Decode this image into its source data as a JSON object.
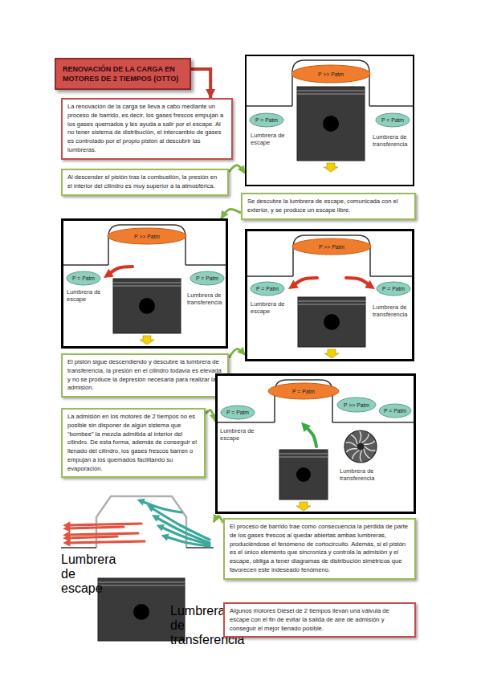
{
  "diagram": {
    "nodes": [
      {
        "text": [
          "RENOVACIÓN DE LA CARGA EN MOTORES DE 2 TIEMPOS (OTTO)"
        ]
      },
      {
        "text": [
          "La renovación de la carga se lleva a cabo mediante un proceso de barrido, es decir, los gases frescos empujan a los gases quemados y les ayuda a salir por el escape. Al no tener sistema de distribución, el intercambio de gases es controlado por el propio pistón al descubrir las lumbreras."
        ]
      },
      {
        "text": [
          "Lumbrera de escape",
          "Lumbrera de transferencia"
        ]
      },
      {
        "text": [
          "P >> Patm"
        ],
        "in": 2
      },
      {
        "text": [
          "P = Patm"
        ],
        "in": 2
      },
      {
        "text": [
          "P = Patm"
        ],
        "in": 2
      },
      {
        "text": [
          "Al descender el pistón tras la combustión, la presión en el interior del cilindro es muy superior a la atmosférica."
        ]
      },
      {
        "text": [
          "Se descubre la lumbrera de escape, comunicada con el exterior, y se produce un escape libre."
        ]
      },
      {
        "text": [
          "Lumbrera de escape",
          "Lumbrera de transferencia"
        ]
      },
      {
        "text": [
          "P >> Patm"
        ],
        "in": 8
      },
      {
        "text": [
          "P = Patm"
        ],
        "in": 8
      },
      {
        "text": [
          "P = Patm"
        ],
        "in": 8
      },
      {
        "text": [
          "Lumbrera de escape",
          "Lumbrera de transferencia"
        ]
      },
      {
        "text": [
          "P >> Patm"
        ],
        "in": 12
      },
      {
        "text": [
          "P = Patm"
        ],
        "in": 12
      },
      {
        "text": [
          "P = Patm"
        ],
        "in": 12
      },
      {
        "text": [
          "El pistón sigue descendiendo y descubre la lumbrera de transferencia, la presión en el cilindro todavía es elevada y no se produce la depresión necesaria para realizar la admisión."
        ]
      },
      {
        "text": [
          "La admisión en los motores de 2 tiempos no es posible sin disponer de algún sistema que “bombee” la mezcla admitida al interior del cilindro. De esta forma, además de conseguir el llenado del cilindro, los gases frescos barren o empujan a los quemados facilitando su evaporación."
        ]
      },
      {
        "text": [
          "Lumbrera de escape",
          "Lumbrera de transferencia"
        ]
      },
      {
        "text": [
          "P = Patm"
        ],
        "in": 18
      },
      {
        "text": [
          "P = Patm"
        ],
        "in": 18
      },
      {
        "text": [
          "P >> Patm"
        ],
        "in": 18
      },
      {
        "text": [
          "P = Patm"
        ],
        "in": 18
      },
      {
        "text": [
          "Lumbrera de escape",
          "Lumbrera de transferencia"
        ]
      },
      {
        "text": [
          "El proceso de barrido trae como consecuencia la pérdida de parte de los gases frescos al quedar abiertas ambas lumbreras, produciéndose el fenómeno de cortocircuito. Además, si el pistón es el único elemento que sincroniza y controla la admisión y el escape, obliga a tener diagramas de distribución simétricos que favorecen este indeseado fenómeno."
        ]
      },
      {
        "text": [
          "Algunos motores Diésel de 2 tiempos llevan una válvula de escape con el fin de evitar la salida de aire de admisión y conseguir el mejor llenado posible."
        ]
      }
    ],
    "edges": [
      {
        "from": 0,
        "to": 1,
        "arrow": "to"
      },
      {
        "from": 6,
        "to": 2,
        "arrow": "to"
      },
      {
        "from": 7,
        "to": 8,
        "arrow": "to"
      },
      {
        "from": 16,
        "to": 12,
        "arrow": "to"
      },
      {
        "from": 17,
        "to": 18,
        "arrow": "to"
      },
      {
        "from": 24,
        "to": 23,
        "arrow": "to"
      }
    ]
  }
}
